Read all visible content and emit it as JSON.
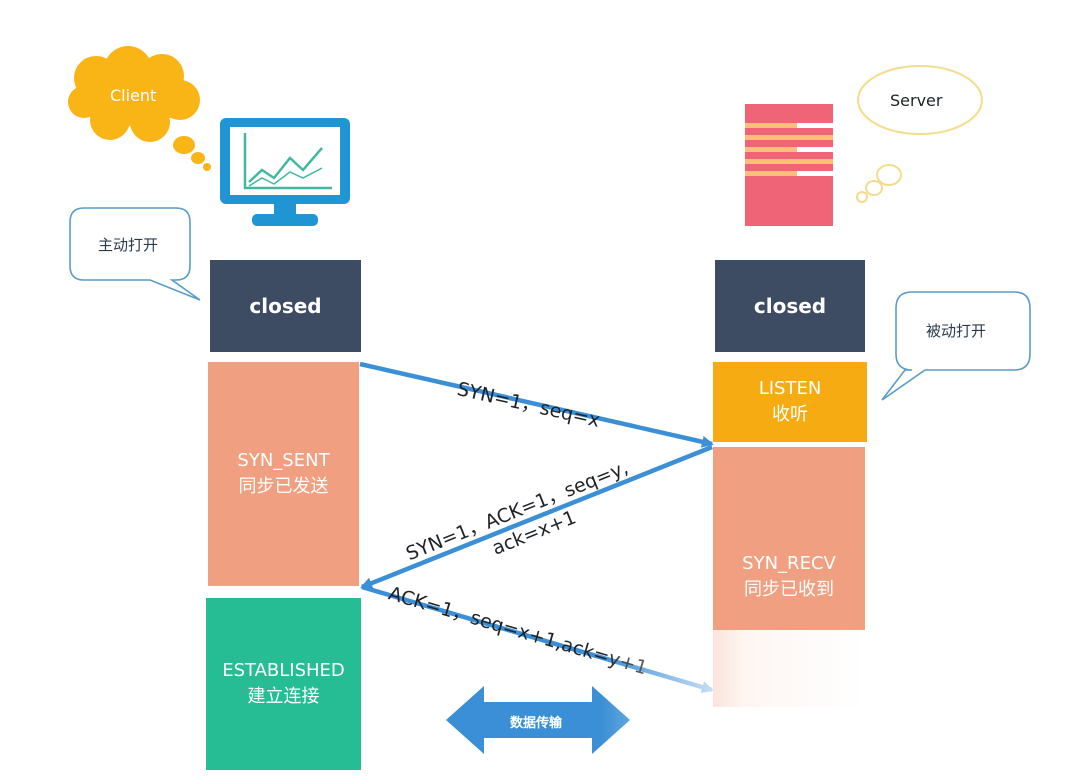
{
  "client": {
    "label": "Client",
    "cloud_color": "#f9b416"
  },
  "server": {
    "label": "Server",
    "cloud_color": "#f5e5a0"
  },
  "annotations": {
    "active_open": "主动打开",
    "passive_open": "被动打开"
  },
  "client_states": {
    "closed": "closed",
    "syn_sent": {
      "line1": "SYN_SENT",
      "line2": "同步已发送"
    },
    "established": {
      "line1": "ESTABLISHED",
      "line2": "建立连接"
    }
  },
  "server_states": {
    "closed": "closed",
    "listen": {
      "line1": "LISTEN",
      "line2": "收听"
    },
    "syn_recv": {
      "line1": "SYN_RECV",
      "line2": "同步已收到"
    }
  },
  "messages": {
    "syn": "SYN=1，seq=x",
    "syn_ack_line1": "SYN=1，ACK=1，seq=y,",
    "syn_ack_line2": "ack=x+1",
    "ack": "ACK=1，seq=x+1,ack=y+1"
  },
  "data_transfer": "数据传输",
  "colors": {
    "closed": "#3d4b63",
    "syn_state": "#f0a080",
    "listen": "#f6ab12",
    "established": "#26bc94",
    "arrow": "#3a8fd6",
    "monitor": "#1f95d3",
    "server_body": "#ef6577",
    "server_stripe": "#f8c07a"
  }
}
